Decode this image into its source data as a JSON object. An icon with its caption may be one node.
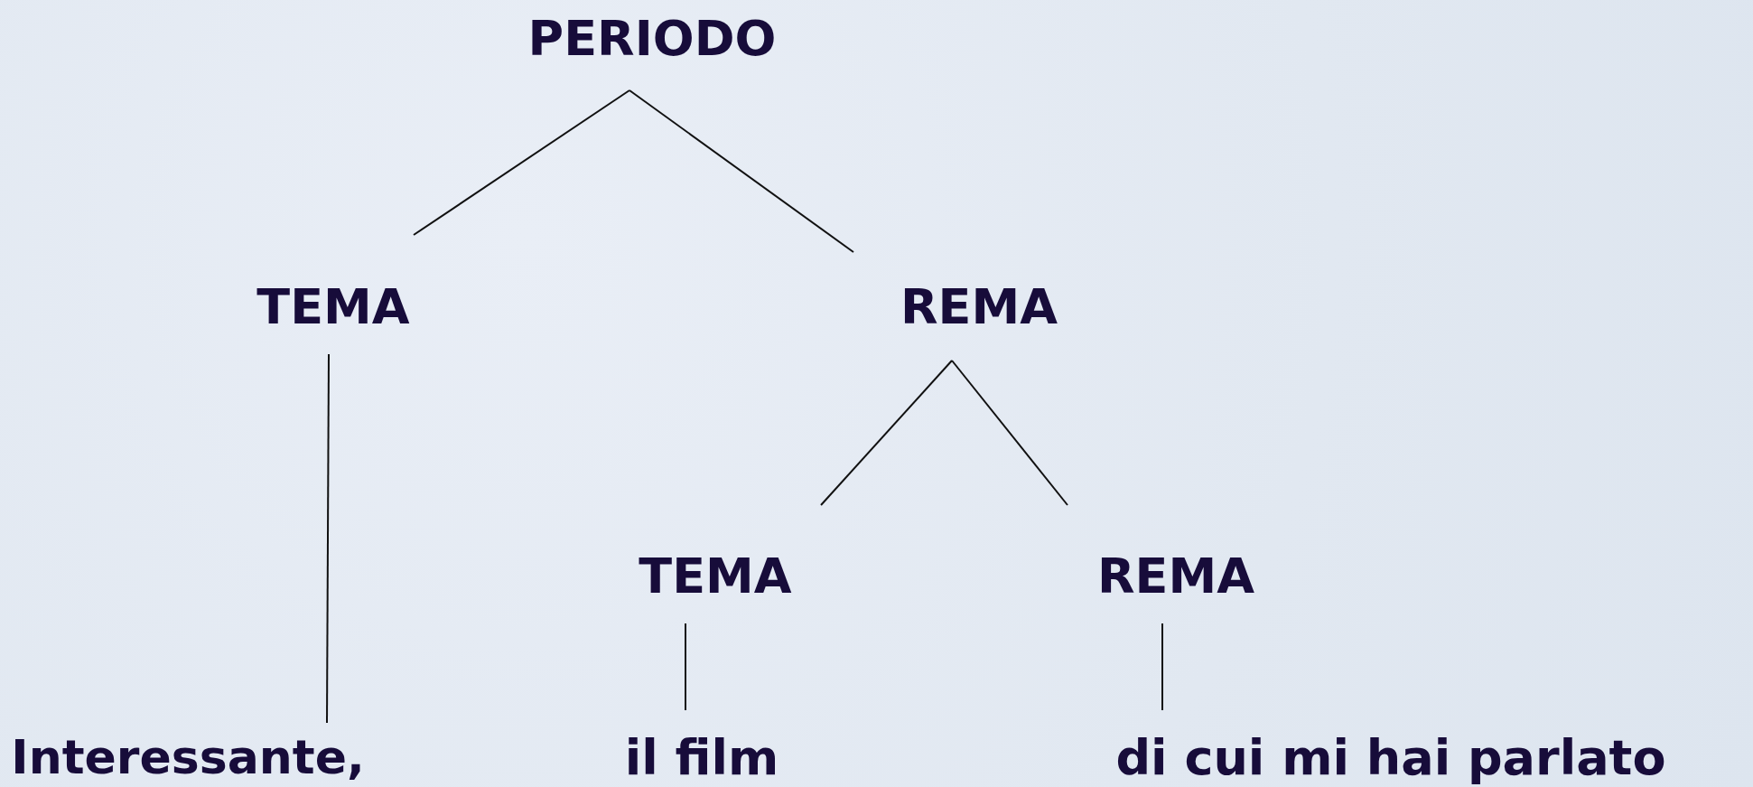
{
  "diagram": {
    "nodes": [
      {
        "text": [
          "PERIODO"
        ]
      },
      {
        "text": [
          "TEMA"
        ]
      },
      {
        "text": [
          "REMA"
        ]
      },
      {
        "text": [
          "TEMA"
        ]
      },
      {
        "text": [
          "REMA"
        ]
      },
      {
        "text": [
          "Interessante,"
        ]
      },
      {
        "text": [
          "il film"
        ]
      },
      {
        "text": [
          "di cui mi hai parlato"
        ]
      }
    ],
    "edges": [
      {
        "from": 0,
        "to": 1,
        "arrow": "none"
      },
      {
        "from": 0,
        "to": 2,
        "arrow": "none"
      },
      {
        "from": 1,
        "to": 5,
        "arrow": "none"
      },
      {
        "from": 2,
        "to": 3,
        "arrow": "none"
      },
      {
        "from": 2,
        "to": 4,
        "arrow": "none"
      },
      {
        "from": 3,
        "to": 6,
        "arrow": "none"
      },
      {
        "from": 4,
        "to": 7,
        "arrow": "none"
      }
    ]
  }
}
